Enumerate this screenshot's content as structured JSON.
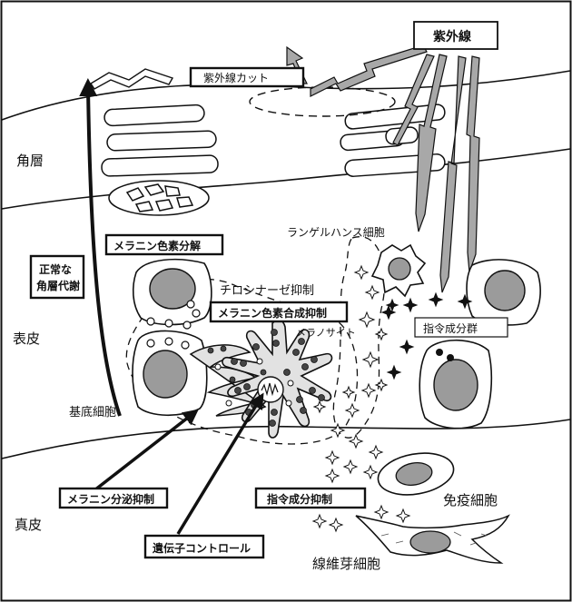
{
  "layers": {
    "stratum_corneum": "角層",
    "epidermis": "表皮",
    "dermis": "真皮"
  },
  "labels": {
    "uv": "紫外線",
    "uv_cut": "紫外線カット",
    "langerhans": "ランゲルハンス細胞",
    "melanin_breakdown": "メラニン色素分解",
    "normal_turnover": [
      "正常な",
      "角層代謝"
    ],
    "tyrosinase_inhibition": "チロシナーゼ抑制",
    "melanin_synthesis_inhibition": "メラニン色素合成抑制",
    "melanocyte": "メラノサイト",
    "signal_factors": "指令成分群",
    "basal_cell": "基底細胞",
    "melanin_secretion_inhibition": "メラニン分泌抑制",
    "signal_inhibition": "指令成分抑制",
    "immune_cell": "免疫細胞",
    "gene_control": "遺伝子コントロール",
    "fibroblast": "線維芽細胞"
  },
  "colors": {
    "line": "#111111",
    "cell_fill": "#ffffff",
    "nucleus_gray": "#9b9b9b",
    "melanocyte_fill": "#e2e2e2",
    "arrow_gray": "#a8a8a8",
    "melanin_dark": "#444444"
  }
}
